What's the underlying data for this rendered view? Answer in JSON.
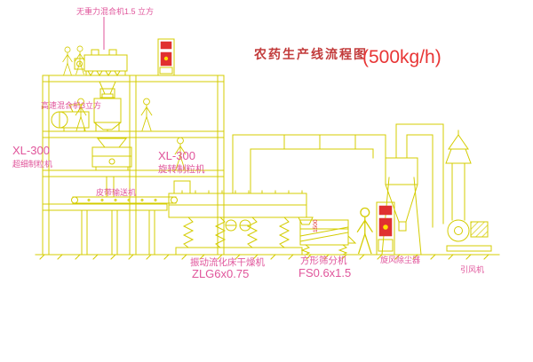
{
  "title": {
    "text": "农药生产线流程图",
    "capacity": "(500kg/h)"
  },
  "labels": {
    "top_mixer": "无重力混合机1.5 立方",
    "high_speed_mixer": "高速混合机3立方",
    "left_granulator_model": "XL-300",
    "left_granulator_name": "超细制粒机",
    "center_granulator_model": "XL-300",
    "center_granulator_name": "旋转制粒机",
    "belt_conveyor": "皮带输送机",
    "dryer_name": "振动流化床干燥机",
    "dryer_model": "ZLG6x0.75",
    "sieve_name": "方形筛分机",
    "sieve_model": "FS0.6x1.5",
    "cyclone": "旋风除尘器",
    "fan": "引风机",
    "dim_sieve": "1500"
  },
  "colors": {
    "line": "#d4cc00",
    "label": "#e0559b",
    "title": "#c23b3b",
    "capacity": "#e83535",
    "red": "#e03030"
  }
}
